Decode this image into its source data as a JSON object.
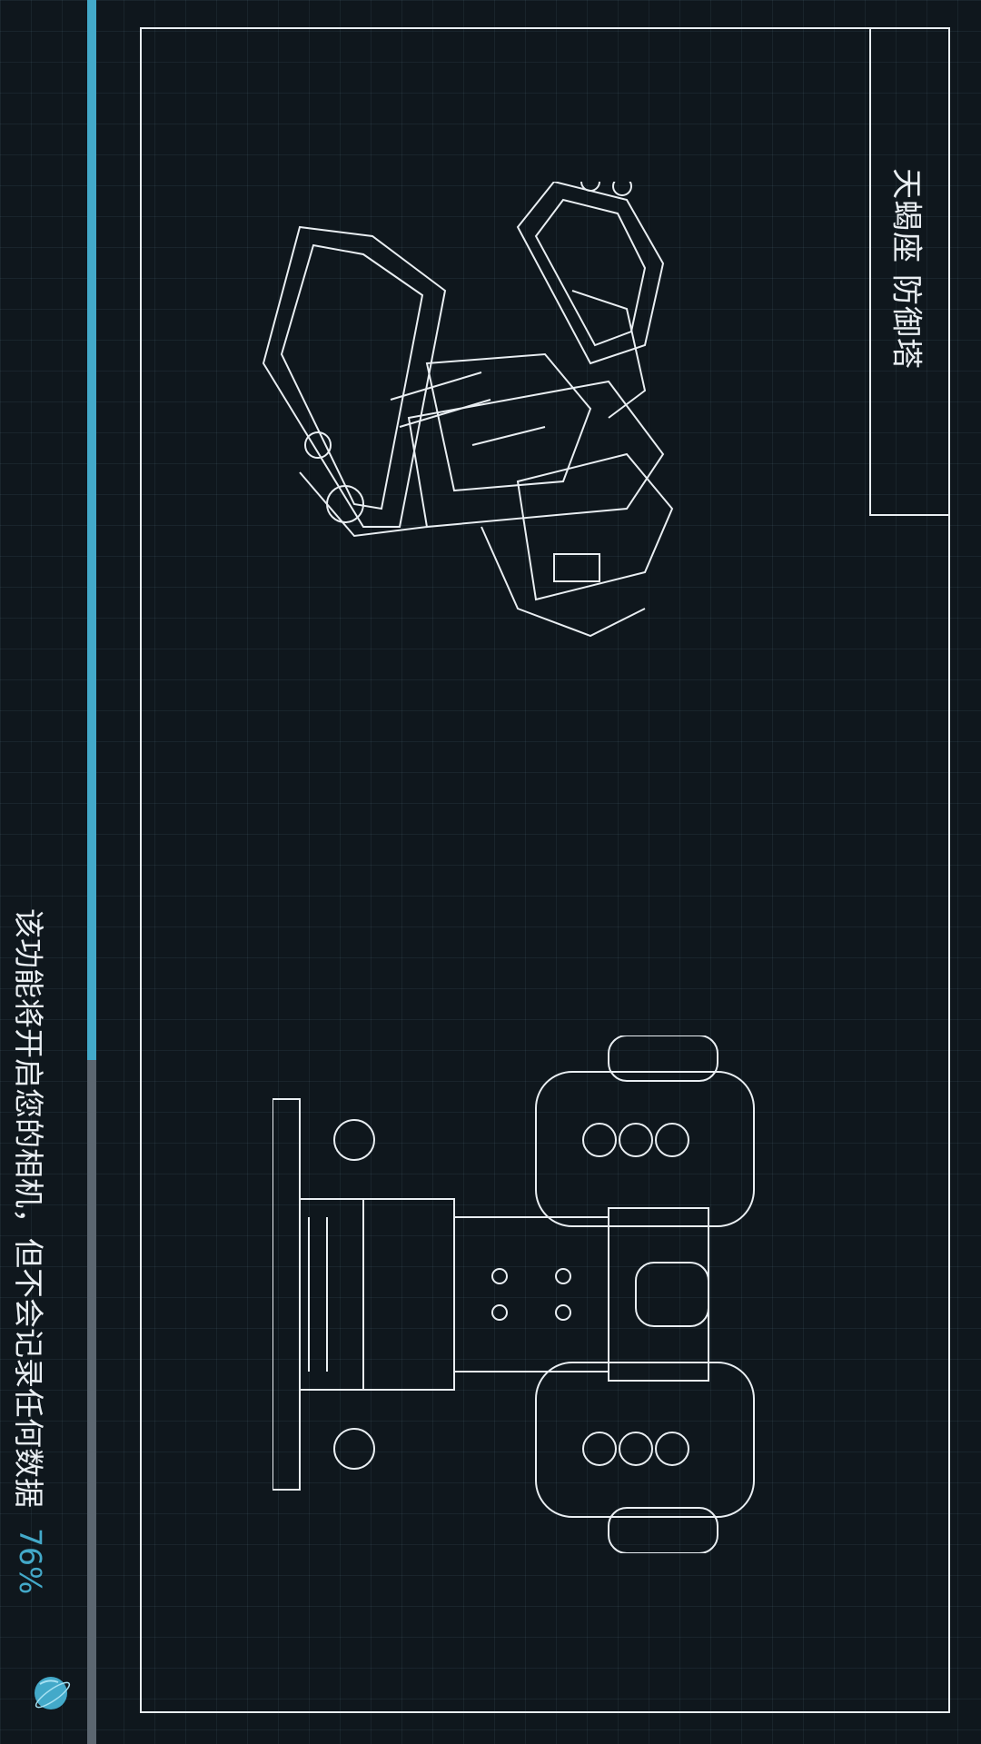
{
  "title": "天蝎座 防御塔",
  "message": "该功能将开启您的相机，但不会记录任何数据",
  "progress": {
    "value": 76,
    "label": "76%"
  },
  "colors": {
    "background": "#0f171d",
    "accent": "#43a9c9",
    "line": "#e9eef2",
    "track": "#5b6670"
  },
  "icons": {
    "loading": "globe-icon"
  }
}
